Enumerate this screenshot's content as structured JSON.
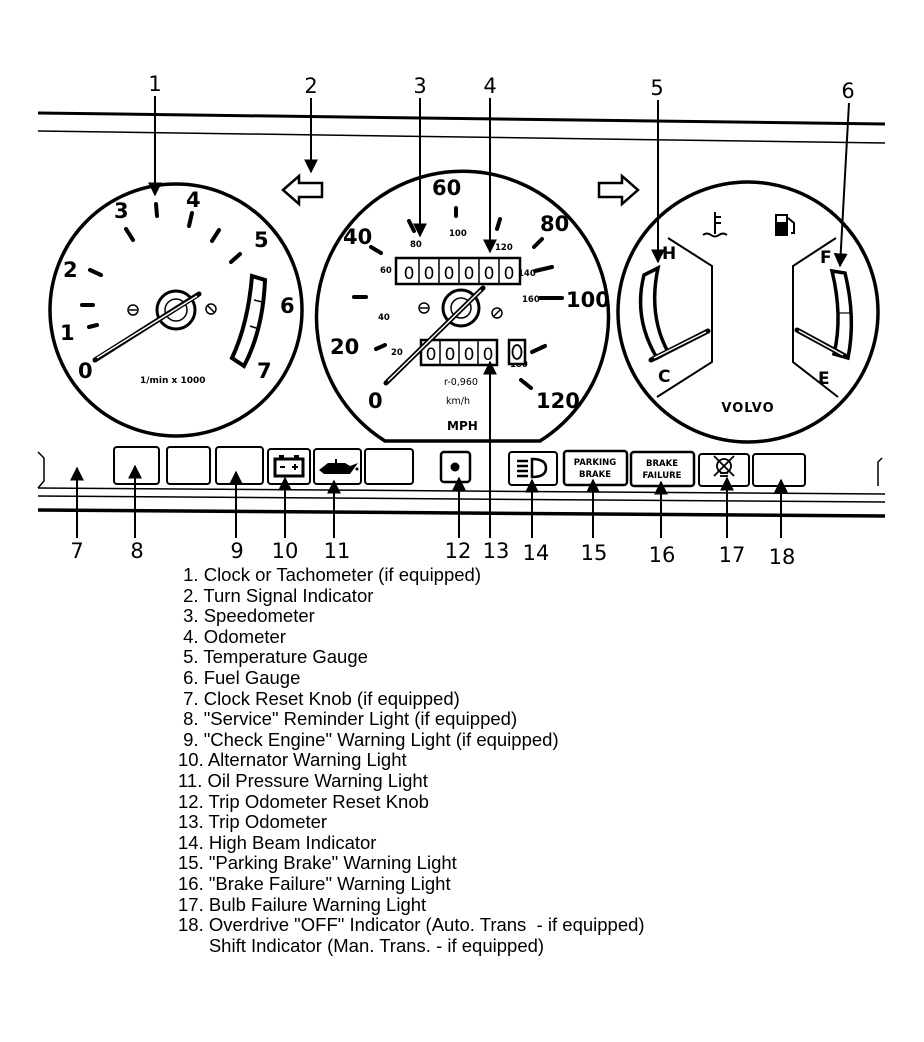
{
  "callouts": [
    "1",
    "2",
    "3",
    "4",
    "5",
    "6",
    "7",
    "8",
    "9",
    "10",
    "11",
    "12",
    "13",
    "14",
    "15",
    "16",
    "17",
    "18"
  ],
  "tachometer": {
    "scale": [
      "0",
      "1",
      "2",
      "3",
      "4",
      "5",
      "6",
      "7"
    ],
    "unit": "1/min x 1000"
  },
  "speedometer": {
    "mph_scale": [
      "0",
      "20",
      "40",
      "60",
      "80",
      "100",
      "120"
    ],
    "kmh_scale": [
      "20",
      "40",
      "60",
      "80",
      "100",
      "120",
      "140",
      "160",
      "180"
    ],
    "odometer_digits": [
      "0",
      "0",
      "0",
      "0",
      "0",
      "0"
    ],
    "trip_digits": [
      "0",
      "0",
      "0",
      "0"
    ],
    "ratio": "r-0,960",
    "kmh_unit": "km/h",
    "mph_unit": "MPH"
  },
  "combo_gauge": {
    "temp_high": "H",
    "temp_low": "C",
    "fuel_full": "F",
    "fuel_empty": "E",
    "brand": "VOLVO"
  },
  "warning_lights": {
    "parking_brake": [
      "PARKING",
      "BRAKE"
    ],
    "brake_failure": [
      "BRAKE",
      "FAILURE"
    ]
  },
  "legend": [
    " 1. Clock or Tachometer (if equipped)",
    " 2. Turn Signal Indicator",
    " 3. Speedometer",
    " 4. Odometer",
    " 5. Temperature Gauge",
    " 6. Fuel Gauge",
    " 7. Clock Reset Knob (if equipped)",
    " 8. \"Service\" Reminder Light (if equipped)",
    " 9. \"Check Engine\" Warning Light (if equipped)",
    "10. Alternator Warning Light",
    "11. Oil Pressure Warning Light",
    "12. Trip Odometer Reset Knob",
    "13. Trip Odometer",
    "14. High Beam Indicator",
    "15. \"Parking Brake\" Warning Light",
    "16. \"Brake Failure\" Warning Light",
    "17. Bulb Failure Warning Light",
    "18. Overdrive \"OFF\" Indicator (Auto. Trans  - if equipped)",
    "      Shift Indicator (Man. Trans. - if equipped)"
  ]
}
